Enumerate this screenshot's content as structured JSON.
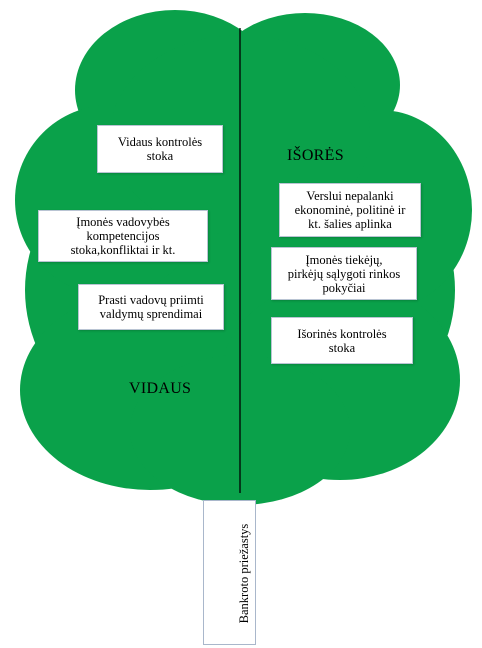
{
  "diagram": {
    "colors": {
      "crown": "#0aa14a",
      "divider": "#000000",
      "box_border": "#b9c4d3"
    },
    "left_label": "VIDAUS",
    "right_label": "IŠORĖS",
    "trunk_label": "Bankroto priežastys",
    "internal_causes": [
      "Vidaus kontrolės\nstoka",
      "Įmonės vadovybės\nkompetencijos\nstoka,konfliktai ir kt.",
      "Prasti vadovų priimti\nvaldymų sprendimai"
    ],
    "external_causes": [
      "Verslui nepalanki\nekonominė, politinė ir\nkt. šalies aplinka",
      "Įmonės tiekėjų,\npirkėjų sąlygoti rinkos\npokyčiai",
      "Išorinės kontrolės\nstoka"
    ]
  }
}
